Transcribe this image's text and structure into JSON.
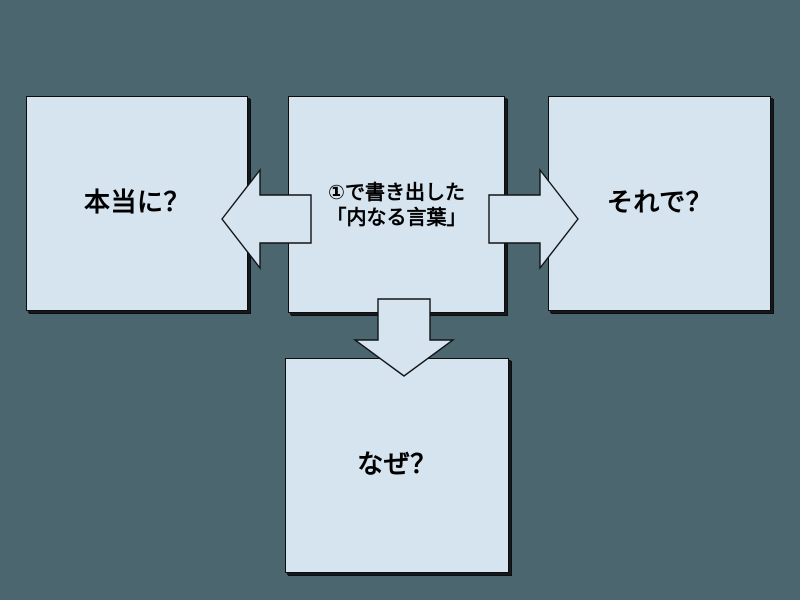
{
  "diagram": {
    "title": "inner-words-questioning-diagram",
    "background_color": "#4c6670",
    "box_fill_color": "#d6e4f0",
    "box_border_color": "#0d0d0d",
    "text_color": "#000000",
    "boxes": {
      "center": {
        "name": "center-box",
        "line1": "①で書き出した",
        "line2": "「内なる言葉」"
      },
      "left": {
        "name": "left-box",
        "label": "本当に？"
      },
      "right": {
        "name": "right-box",
        "label": "それで？"
      },
      "bottom": {
        "name": "bottom-box",
        "label": "なぜ？"
      }
    },
    "arrows": [
      {
        "name": "arrow-left",
        "direction": "left",
        "from": "center",
        "to": "left"
      },
      {
        "name": "arrow-right",
        "direction": "right",
        "from": "center",
        "to": "right"
      },
      {
        "name": "arrow-down",
        "direction": "down",
        "from": "center",
        "to": "bottom"
      }
    ]
  }
}
